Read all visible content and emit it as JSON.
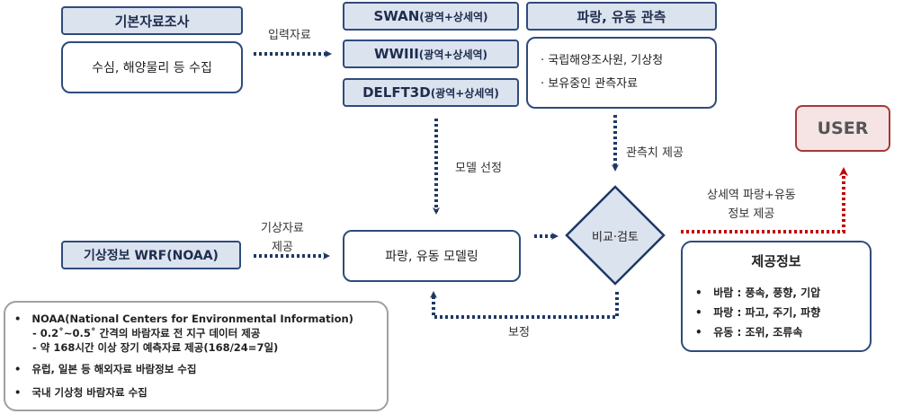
{
  "survey": {
    "title": "기본자료조사",
    "body": "수심, 해양물리 등 수집"
  },
  "input_label": "입력자료",
  "models": [
    {
      "name": "SWAN",
      "scope": "(광역+상세역)"
    },
    {
      "name": "WWIII",
      "scope": "(광역+상세역)"
    },
    {
      "name": "DELFT3D",
      "scope": "(광역+상세역)"
    }
  ],
  "observation": {
    "title": "파랑, 유동 관측",
    "items": [
      "· 국립해양조사원, 기상청",
      "· 보유중인 관측자료"
    ]
  },
  "user": "USER",
  "model_select_label": "모델 선정",
  "obs_provide_label": "관측치 제공",
  "weather_label_line1": "기상자료",
  "weather_label_line2": "제공",
  "wrf": "기상정보 WRF(NOAA)",
  "modeling": "파랑, 유동 모델링",
  "compare": "비교·검토",
  "output_label_line1": "상세역 파랑+유동",
  "output_label_line2": "정보 제공",
  "correction_label": "보정",
  "provided": {
    "title": "제공정보",
    "items": [
      "바람 : 풍속, 풍향, 기압",
      "파랑 : 파고, 주기, 파향",
      "유동 : 조위, 조류속"
    ]
  },
  "notes": {
    "noaa_title": "NOAA(National Centers for Environmental Information)",
    "noaa_sub": [
      "- 0.2˚~0.5˚ 간격의 바람자료 전 지구 데이터 제공",
      "- 약 168시간 이상 장기 예측자료 제공(168/24=7일)"
    ],
    "items": [
      "유럽, 일본 등 해외자료 바람정보 수집",
      "국내 기상청 바람자료 수집"
    ]
  },
  "colors": {
    "navy": "#1f3864",
    "red": "#c00000",
    "header_fill": "#dbe3ef",
    "user_fill": "#f6e4e4",
    "user_border": "#a33a3a"
  }
}
